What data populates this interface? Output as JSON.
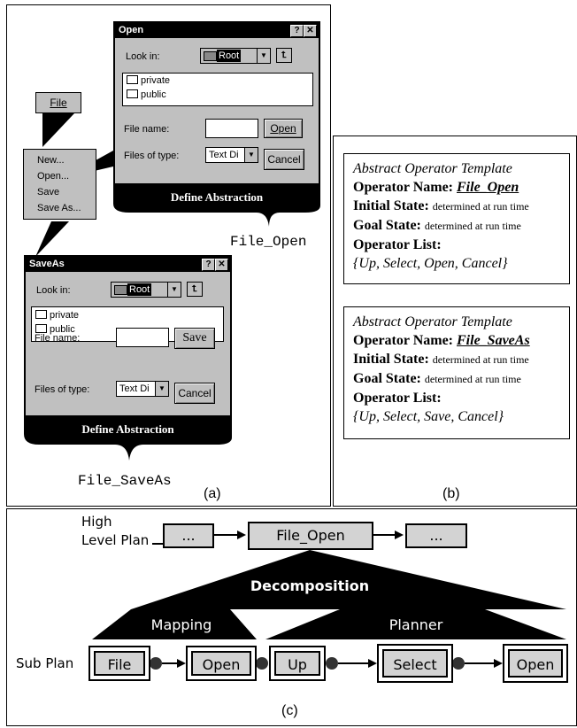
{
  "panel_a": {
    "file_button": "File",
    "menu_items": [
      "New...",
      "Open...",
      "Save",
      "Save As..."
    ],
    "open_dialog": {
      "title": "Open",
      "help": "?",
      "close": "✕",
      "look_in_label": "Look in:",
      "look_in_value": "Root",
      "files": [
        "private",
        "public"
      ],
      "file_name_label": "File name:",
      "files_of_type_label": "Files of type:",
      "type_value": "Text Di",
      "action_button": "Open",
      "cancel_button": "Cancel"
    },
    "open_abstraction": "Define Abstraction",
    "open_result": "File_Open",
    "saveas_dialog": {
      "title": "SaveAs",
      "help": "?",
      "close": "✕",
      "look_in_label": "Look in:",
      "look_in_value": "Root",
      "files": [
        "private",
        "public"
      ],
      "file_name_label": "File name:",
      "files_of_type_label": "Files of type:",
      "type_value": "Text Di",
      "action_button": "Save",
      "cancel_button": "Cancel"
    },
    "saveas_abstraction": "Define Abstraction",
    "saveas_result": "File_SaveAs",
    "caption": "(a)"
  },
  "panel_b": {
    "templates": [
      {
        "header": "Abstract Operator Template",
        "name_label": "Operator Name",
        "name_value": "File_Open",
        "initial_label": "Initial State",
        "initial_value": "determined at run time",
        "goal_label": "Goal State",
        "goal_value": "determined at run time",
        "list_label": "Operator List",
        "list_value": "{Up, Select, Open, Cancel}"
      },
      {
        "header": "Abstract Operator Template",
        "name_label": "Operator Name",
        "name_value": "File_SaveAs",
        "initial_label": "Initial State",
        "initial_value": "determined at run time",
        "goal_label": "Goal State",
        "goal_value": "determined at run time",
        "list_label": "Operator List",
        "list_value": "{Up, Select, Save, Cancel}"
      }
    ],
    "caption": "(b)"
  },
  "panel_c": {
    "high_level_label_1": "High",
    "high_level_label_2": "Level Plan",
    "plan_boxes": [
      "...",
      "File_Open",
      "..."
    ],
    "decomposition": "Decomposition",
    "mapping": "Mapping",
    "planner": "Planner",
    "sub_plan_label": "Sub Plan",
    "sub_boxes": [
      "File",
      "Open",
      "Up",
      "Select",
      "Open"
    ],
    "caption": "(c)"
  }
}
